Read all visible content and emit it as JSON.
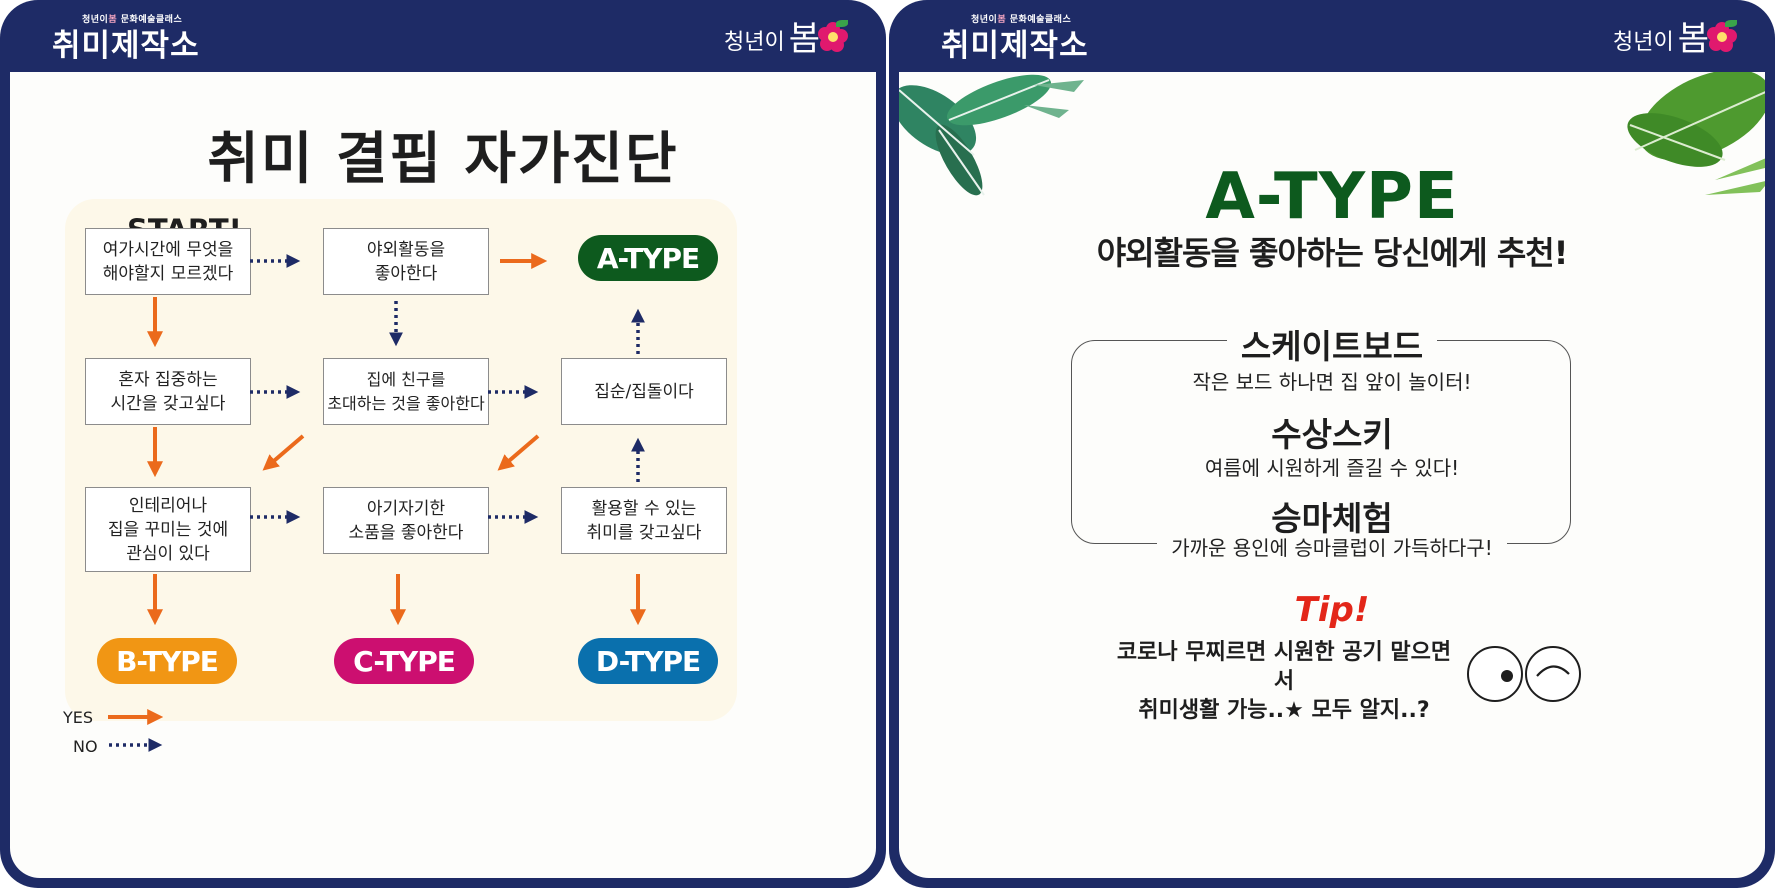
{
  "header": {
    "brand_small_prefix": "청년이",
    "brand_small_highlight": "봄",
    "brand_small_suffix": "문화예술클래스",
    "brand_main": "취미제작소",
    "logo_text1": "청년이",
    "logo_text2": "봄"
  },
  "left": {
    "title": "취미 결핍 자가진단",
    "start": "START!",
    "boxes": {
      "q1": "여가시간에 무엇을\n해야할지 모르겠다",
      "q2": "야외활동을\n좋아한다",
      "q3": "혼자 집중하는\n시간을 갖고싶다",
      "q4": "집에 친구를\n초대하는 것을 좋아한다",
      "q5": "집순/집돌이다",
      "q6": "인테리어나\n집을 꾸미는 것에\n관심이 있다",
      "q7": "아기자기한\n소품을 좋아한다",
      "q8": "활용할 수 있는\n취미를 갖고싶다"
    },
    "types": {
      "a": "A-TYPE",
      "b": "B-TYPE",
      "c": "C-TYPE",
      "d": "D-TYPE"
    },
    "legend": {
      "yes": "YES",
      "no": "NO"
    }
  },
  "right": {
    "title": "A-TYPE",
    "subtitle": "야외활동을 좋아하는 당신에게 추천!",
    "recommendations": [
      {
        "name": "스케이트보드",
        "desc": "작은 보드 하나면 집 앞이 놀이터!"
      },
      {
        "name": "수상스키",
        "desc": "여름에 시원하게 즐길 수 있다!"
      },
      {
        "name": "승마체험",
        "desc": "가까운 용인에 승마클럽이 가득하다구!"
      }
    ],
    "tip_label": "Tip!",
    "tip_line1": "코로나 무찌르면 시원한 공기 맡으면서",
    "tip_line2": "취미생활 가능..★ 모두 알지..?"
  },
  "colors": {
    "navy": "#1e2b66",
    "orange_yes": "#eb6a1c",
    "a_type": "#0d5a1e",
    "b_type": "#f19614",
    "c_type": "#cc0f70",
    "d_type": "#0a70ad"
  }
}
